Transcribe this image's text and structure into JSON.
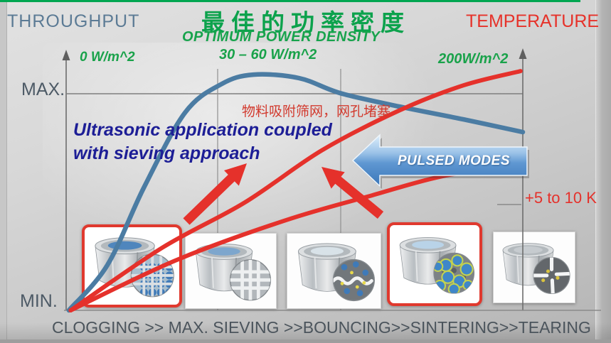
{
  "slide": {
    "top_bar_color": "#00a651",
    "header": {
      "left_axis_title": "THROUGHPUT",
      "title_cn": "最佳的功率密度",
      "title_en": "OPTIMUM POWER DENSITY",
      "right_axis_title": "TEMPERATURE"
    },
    "power_density_labels": {
      "zero": "0 W/m^2",
      "optimum_range": "30 – 60 W/m^2",
      "maximum": "200W/m^2"
    },
    "y_labels": {
      "max": "MAX.",
      "min": "MIN."
    },
    "annotations": {
      "clogging_note_cn": "物料吸附筛网，网孔堵塞",
      "ultrasonic_line1": "Ultrasonic application coupled",
      "ultrasonic_line2": "with sieving approach",
      "pulsed_modes": "PULSED MODES",
      "temperature_rise": "+5 to 10 K"
    },
    "x_axis_stages": "CLOGGING >> MAX. SIEVING >>BOUNCING>>SINTERING>>TEARING",
    "stage_cards": [
      "clogging",
      "max-sieving",
      "bouncing",
      "sintering",
      "tearing"
    ],
    "highlighted_cards": [
      "clogging",
      "sintering"
    ],
    "colors": {
      "green_accent": "#19a24a",
      "red_accent": "#e5312b",
      "navy_text": "#1d1e96",
      "slate_text": "#4d5a66",
      "steel_blue_curve": "#4b7ca3",
      "pulsed_arrow_blue": "#5f97d2",
      "highlight_box_red": "#e0392e"
    }
  },
  "chart_data": {
    "type": "line",
    "title": "OPTIMUM POWER DENSITY 最佳的功率密度",
    "xlabel": "ultrasonic power density, 0 W/m^2 to 200W/m^2 (optimum 30 – 60 W/m^2)",
    "ylabel_left": "THROUGHPUT",
    "ylabel_right": "TEMPERATURE",
    "y_range_labels": [
      "MIN.",
      "MAX."
    ],
    "x_tick_labels": [
      "0 W/m^2",
      "30 – 60 W/m^2",
      "200W/m^2"
    ],
    "x_stage_labels": "CLOGGING >> MAX. SIEVING >>BOUNCING>>SINTERING>>TEARING",
    "optimum_band_gridlines_pct": [
      33,
      60
    ],
    "grid": "horizontal line at MAX. level; two vertical gridlines bound the optimum zone",
    "legend_position": "none",
    "series": [
      {
        "id": "throughput",
        "name": "THROUGHPUT",
        "color": "#4b7ca3",
        "width": 6.5,
        "shape": "rises steeply from MIN., peaks above MAX. inside the 30–60 W/m^2 optimum zone, then slowly declines",
        "points_pct": [
          [
            0.6,
            100
          ],
          [
            9,
            82
          ],
          [
            17,
            51
          ],
          [
            26,
            21
          ],
          [
            34,
            9.5
          ],
          [
            41,
            5.7
          ],
          [
            51,
            7.1
          ],
          [
            60,
            13.1
          ],
          [
            73,
            18.5
          ],
          [
            87,
            23.6
          ],
          [
            100,
            28.7
          ]
        ]
      },
      {
        "id": "temperature_continuous",
        "name": "TEMPERATURE (continuous)",
        "color": "#e5312b",
        "width": 6,
        "shape": "rises steadily from MIN., flattening slightly as it reaches the right axis",
        "points_pct": [
          [
            1,
            100
          ],
          [
            21,
            75
          ],
          [
            39,
            57
          ],
          [
            56,
            36
          ],
          [
            73,
            20
          ],
          [
            87,
            10
          ],
          [
            99.5,
            4.3
          ]
        ]
      },
      {
        "id": "temperature_pulsed",
        "name": "TEMPERATURE (pulsed modes, +5 to 10 K)",
        "color": "#e5312b",
        "width": 6,
        "shape": "rises gently from MIN. to the +5 to 10 K mark on the right axis",
        "points_pct": [
          [
            1,
            100
          ],
          [
            24,
            80
          ],
          [
            48,
            64
          ],
          [
            67,
            54
          ],
          [
            82,
            46.5
          ],
          [
            99.7,
            41
          ]
        ]
      }
    ]
  }
}
